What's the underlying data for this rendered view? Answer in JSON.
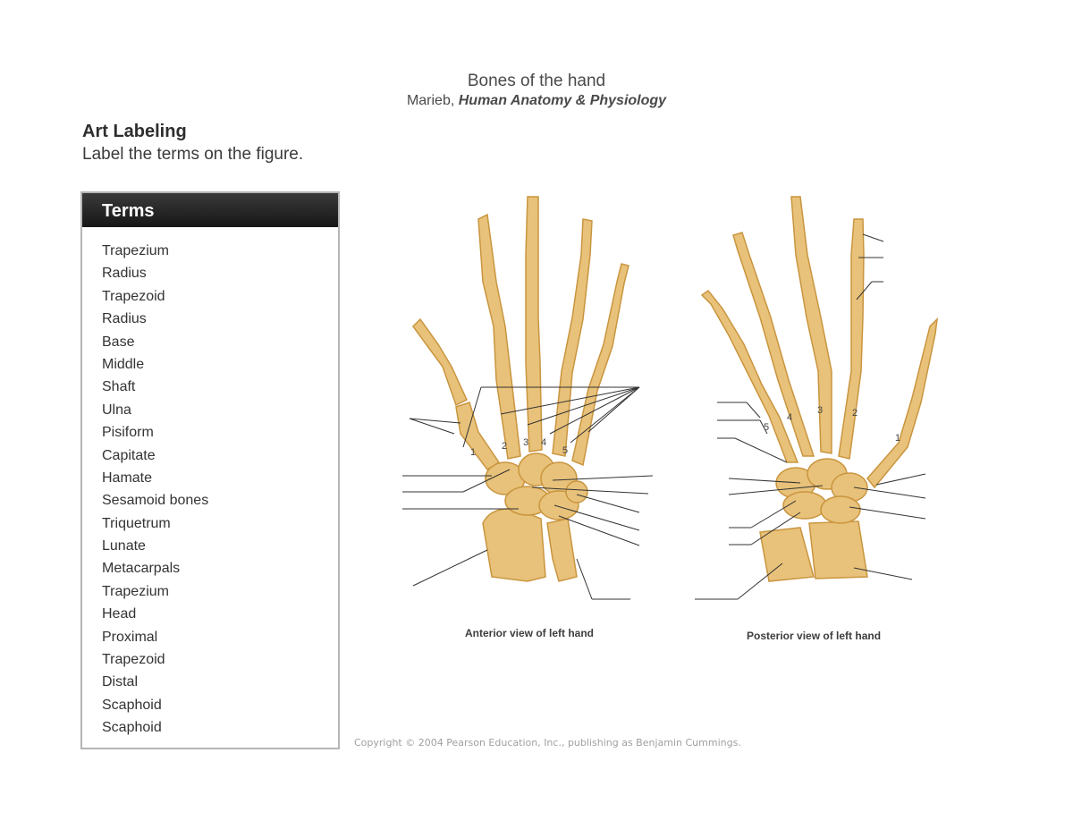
{
  "header": {
    "title": "Bones of the hand",
    "subtitle_author": "Marieb, ",
    "subtitle_book": "Human  Anatomy & Physiology"
  },
  "activity": {
    "heading": "Art Labeling",
    "instructions": "Label the terms on the figure."
  },
  "terms_panel": {
    "header": "Terms",
    "items": [
      "Trapezium",
      "Radius",
      "Trapezoid",
      "Radius",
      "Base",
      "Middle",
      "Shaft",
      "Ulna",
      "Pisiform",
      "Capitate",
      "Hamate",
      "Sesamoid bones",
      "Triquetrum",
      "Lunate",
      "Metacarpals",
      "Trapezium",
      "Head",
      "Proximal",
      "Trapezoid",
      "Distal",
      "Scaphoid",
      "Scaphoid"
    ]
  },
  "figure": {
    "anterior_caption": "Anterior view of left hand",
    "posterior_caption": "Posterior view of left hand",
    "anterior_numbers": [
      "1",
      "2",
      "3",
      "4",
      "5"
    ],
    "posterior_numbers": [
      "5",
      "4",
      "3",
      "2",
      "1"
    ],
    "bone_color": "#e8c27a",
    "bone_edge": "#c9953f"
  },
  "footer": {
    "copyright": "Copyright © 2004 Pearson Education, Inc., publishing as Benjamin Cummings."
  }
}
